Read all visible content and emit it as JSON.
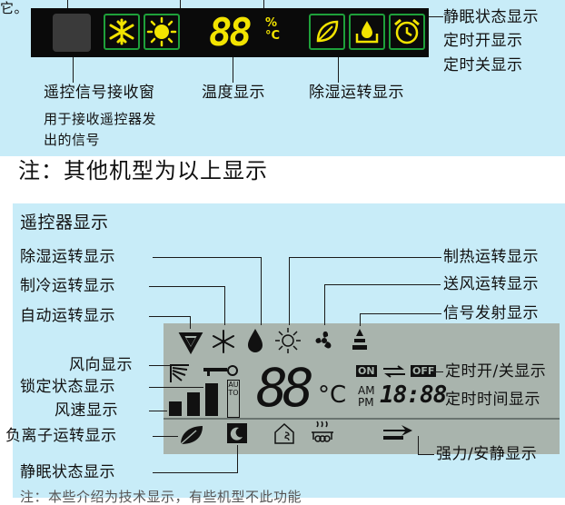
{
  "top": {
    "stray_char": "它。",
    "labels": {
      "sleep_status": "静眠状态显示",
      "timer_on": "定时开显示",
      "timer_off": "定时关显示",
      "remote_receiver": "遥控信号接收窗",
      "receiver_desc_1": "用于接收遥控器发",
      "receiver_desc_2": "出的信号",
      "temperature": "温度显示",
      "dehumidify": "除湿运转显示"
    },
    "display": {
      "digits": "88",
      "unit_percent": "%",
      "unit_celsius": "°C"
    }
  },
  "note_heading": "注：其他机型为以上显示",
  "remote": {
    "title": "遥控器显示",
    "labels": {
      "dehumidify": "除湿运转显示",
      "cool": "制冷运转显示",
      "auto": "自动运转显示",
      "fan_direction": "风向显示",
      "lock": "锁定状态显示",
      "fan_speed": "风速显示",
      "anion": "负离子运转显示",
      "sleep": "静眠状态显示",
      "heat": "制热运转显示",
      "fan_mode": "送风运转显示",
      "signal": "信号发射显示",
      "timer_on_off": "定时开/关显示",
      "timer_time": "定时时间显示",
      "turbo_quiet": "强力/安静显示"
    },
    "lcd": {
      "temp_digits": "88",
      "temp_unit": "°C",
      "auto_text": "AUTO",
      "on_label": "ON",
      "off_label": "OFF",
      "am": "AM",
      "pm": "PM",
      "clock": "18:88"
    },
    "footer_partial": "注：本些介绍为技术显示，有些机型不此功能"
  }
}
